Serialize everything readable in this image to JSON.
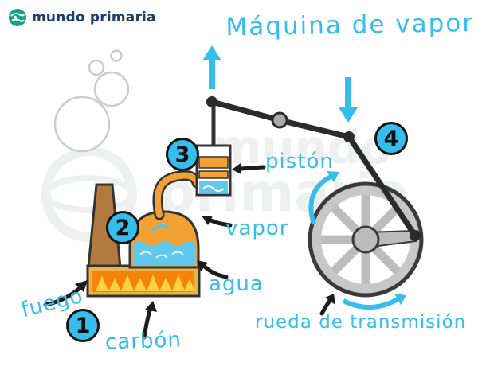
{
  "logo": {
    "text": "mundo primaria"
  },
  "title": "Máquina de vapor",
  "watermark": {
    "line1": "mundo",
    "line2": "primaria"
  },
  "steps": [
    "1",
    "2",
    "3",
    "4"
  ],
  "labels": {
    "fuego": "fuego",
    "carbon": "carbón",
    "agua": "agua",
    "vapor": "vapor",
    "piston": "pistón",
    "rueda": "rueda de transmisión"
  },
  "colors": {
    "accent_cyan": "#35bdec",
    "boiler_orange": "#f2a135",
    "fire_orange": "#f5820c",
    "flame_yellow": "#ffd23e",
    "base_tan": "#eab347",
    "chimney_brown": "#b07a3e",
    "water_blue": "#5fc8ec",
    "wheel_gray": "#c7c7c7",
    "outline_dark": "#2b2b2b",
    "logo_navy": "#1b3e66",
    "logo_teal": "#14a086"
  }
}
